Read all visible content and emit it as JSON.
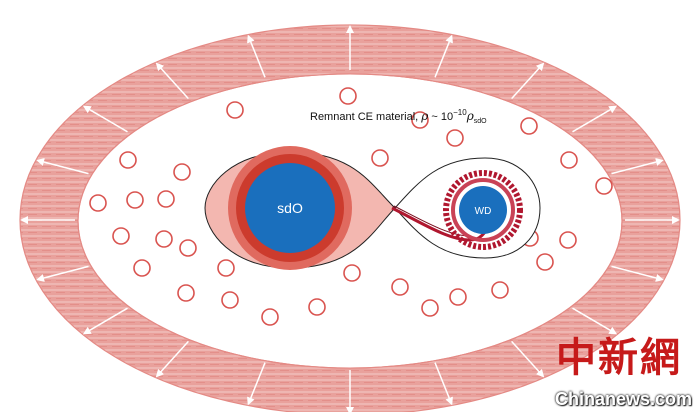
{
  "annotation": {
    "text_main": "Remnant CE material, ",
    "rho": "ρ",
    "approx": " ~ 10",
    "exponent": "−10",
    "rho2": "ρ",
    "subscript": "sdO"
  },
  "stars": {
    "primary_label": "sdO",
    "companion_label": "WD"
  },
  "colors": {
    "shell": "#e58f8b",
    "arrow": "#ffffff",
    "lobe_fill": "#f3b7b0",
    "layer_outer": "#e06a5f",
    "layer_mid": "#cc3b2d",
    "core": "#1a6fbd",
    "disk": "#b0172f",
    "clump": "#d9534f"
  },
  "watermark": {
    "cn": "中新網",
    "en": "Chinanews.com"
  }
}
